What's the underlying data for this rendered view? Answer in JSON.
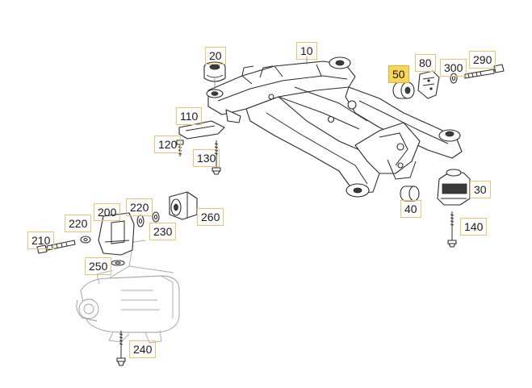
{
  "diagram": {
    "callouts": [
      {
        "id": "c10",
        "label": "10"
      },
      {
        "id": "c20",
        "label": "20"
      },
      {
        "id": "c30",
        "label": "30"
      },
      {
        "id": "c40",
        "label": "40"
      },
      {
        "id": "c50",
        "label": "50",
        "highlighted": true
      },
      {
        "id": "c80",
        "label": "80"
      },
      {
        "id": "c110",
        "label": "110"
      },
      {
        "id": "c120",
        "label": "120"
      },
      {
        "id": "c130",
        "label": "130"
      },
      {
        "id": "c140",
        "label": "140"
      },
      {
        "id": "c200",
        "label": "200"
      },
      {
        "id": "c210",
        "label": "210"
      },
      {
        "id": "c220a",
        "label": "220"
      },
      {
        "id": "c220b",
        "label": "220"
      },
      {
        "id": "c230",
        "label": "230"
      },
      {
        "id": "c240",
        "label": "240"
      },
      {
        "id": "c250",
        "label": "250"
      },
      {
        "id": "c260",
        "label": "260"
      },
      {
        "id": "c290",
        "label": "290"
      },
      {
        "id": "c300",
        "label": "300"
      }
    ],
    "colors": {
      "highlight": "#f7d65a",
      "callout_border": "#e2c47a",
      "line": "#2b2b2b",
      "background": "#ffffff"
    }
  }
}
